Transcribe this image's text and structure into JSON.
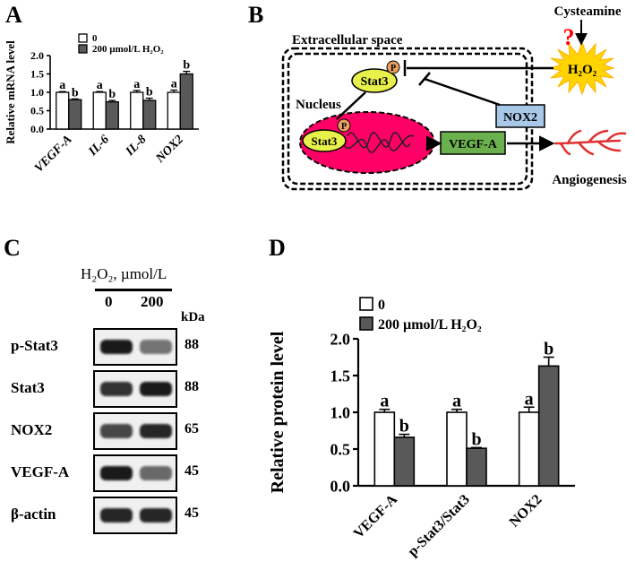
{
  "panels": {
    "a": {
      "letter": "A"
    },
    "b": {
      "letter": "B"
    },
    "c": {
      "letter": "C"
    },
    "d": {
      "letter": "D"
    }
  },
  "diagram": {
    "extracellular_label": "Extracellular space",
    "nucleus_label": "Nucleus",
    "stat3_label": "Stat3",
    "stat3_nuclear_label": "Stat3",
    "phospho_label": "P",
    "vegf_label": "VEGF-A",
    "nox2_label": "NOX2",
    "h2o2_label": "H₂O₂",
    "cysteamine_label": "Cysteamine",
    "question_mark": "?",
    "angiogenesis_label": "Angiogenesis",
    "colors": {
      "nucleus": "#ff0066",
      "stat3": "#e8f04a",
      "phospho": "#e8a060",
      "vegf": "#6ab04c",
      "nox2": "#a8c8e8",
      "h2o2": "#ffd400",
      "question": "#ff0000",
      "vessel": "#e03030"
    }
  },
  "blot": {
    "header": "H₂O₂, µmol/L",
    "lanes": [
      "0",
      "200"
    ],
    "kda_label": "kDa",
    "rows": [
      {
        "label": "p-Stat3",
        "kda": "88",
        "intensity": [
          0.95,
          0.55
        ]
      },
      {
        "label": "Stat3",
        "kda": "88",
        "intensity": [
          0.85,
          0.95
        ]
      },
      {
        "label": "NOX2",
        "kda": "65",
        "intensity": [
          0.75,
          0.9
        ]
      },
      {
        "label": "VEGF-A",
        "kda": "45",
        "intensity": [
          0.95,
          0.6
        ]
      },
      {
        "label": "β-actin",
        "kda": "45",
        "intensity": [
          0.9,
          0.9
        ]
      }
    ]
  },
  "chart_data": [
    {
      "type": "bar",
      "panel": "A",
      "ylabel": "Relative mRNA level",
      "ylim": [
        0,
        2.0
      ],
      "yticks": [
        "0.0",
        "0.5",
        "1.0",
        "1.5",
        "2.0"
      ],
      "categories": [
        "VEGF-A",
        "IL-6",
        "IL-8",
        "NOX2"
      ],
      "series": [
        {
          "name": "0",
          "values": [
            1.0,
            1.0,
            1.0,
            1.0
          ],
          "errors": [
            0.02,
            0.02,
            0.05,
            0.06
          ],
          "letters": [
            "a",
            "a",
            "a",
            "a"
          ],
          "color": "#ffffff"
        },
        {
          "name": "200 µmol/L H₂O₂",
          "values": [
            0.8,
            0.74,
            0.78,
            1.5
          ],
          "errors": [
            0.02,
            0.04,
            0.06,
            0.07
          ],
          "letters": [
            "b",
            "b",
            "b",
            "b"
          ],
          "color": "#595959"
        }
      ],
      "legend": "top-left",
      "italic_categories": true
    },
    {
      "type": "bar",
      "panel": "D",
      "ylabel": "Relative protein level",
      "ylim": [
        0,
        2.0
      ],
      "yticks": [
        "0.0",
        "0.5",
        "1.0",
        "1.5",
        "2.0"
      ],
      "categories": [
        "VEGF-A",
        "p-Stat3/Stat3",
        "NOX2"
      ],
      "series": [
        {
          "name": "0",
          "values": [
            1.0,
            1.0,
            1.0
          ],
          "errors": [
            0.04,
            0.04,
            0.07
          ],
          "letters": [
            "a",
            "a",
            "a"
          ],
          "color": "#ffffff"
        },
        {
          "name": "200 µmol/L H₂O₂",
          "values": [
            0.66,
            0.51,
            1.63
          ],
          "errors": [
            0.04,
            0.01,
            0.12
          ],
          "letters": [
            "b",
            "b",
            "b"
          ],
          "color": "#595959"
        }
      ],
      "legend": "top-left",
      "italic_categories": false
    }
  ]
}
